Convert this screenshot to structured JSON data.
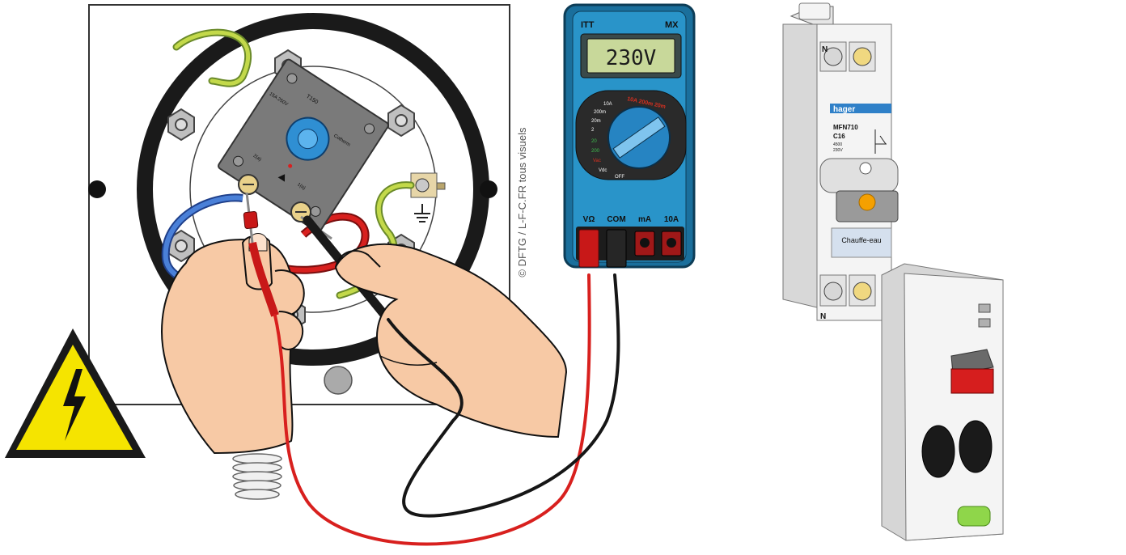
{
  "watermark": "© DFTG / L-F-C.FR tous visuels",
  "thermostat": {
    "labels": [
      "T150",
      "15A 250V",
      "Cotherm"
    ],
    "terminals": [
      "2(a)",
      "1(a)"
    ]
  },
  "multimeter": {
    "brand": "ITT",
    "model": "MX",
    "display": "230V",
    "dial_labels": [
      "10A",
      "200m",
      "20m",
      "2",
      "20",
      "200",
      "Vac",
      "Vdc",
      "OFF"
    ],
    "dial_arc_label": "10A 200m 20m",
    "jacks": [
      "VΩ",
      "COM",
      "mA",
      "10A"
    ],
    "colors": {
      "body": "#1f8fc0",
      "screen": "#c8d89a",
      "jack_red": "#d42020"
    }
  },
  "breaker": {
    "brand": "hager",
    "model": "MFN710",
    "rating": "C16",
    "code": "4500",
    "voltage": "230V",
    "label": "Chauffe-eau",
    "terminals": [
      "N",
      "N"
    ]
  },
  "colors": {
    "wire_red": "#d8201e",
    "wire_black": "#161616",
    "wire_blue": "#3a6fc6",
    "wire_green_yellow": "#b8d23a",
    "warning_yellow": "#f5e400"
  }
}
